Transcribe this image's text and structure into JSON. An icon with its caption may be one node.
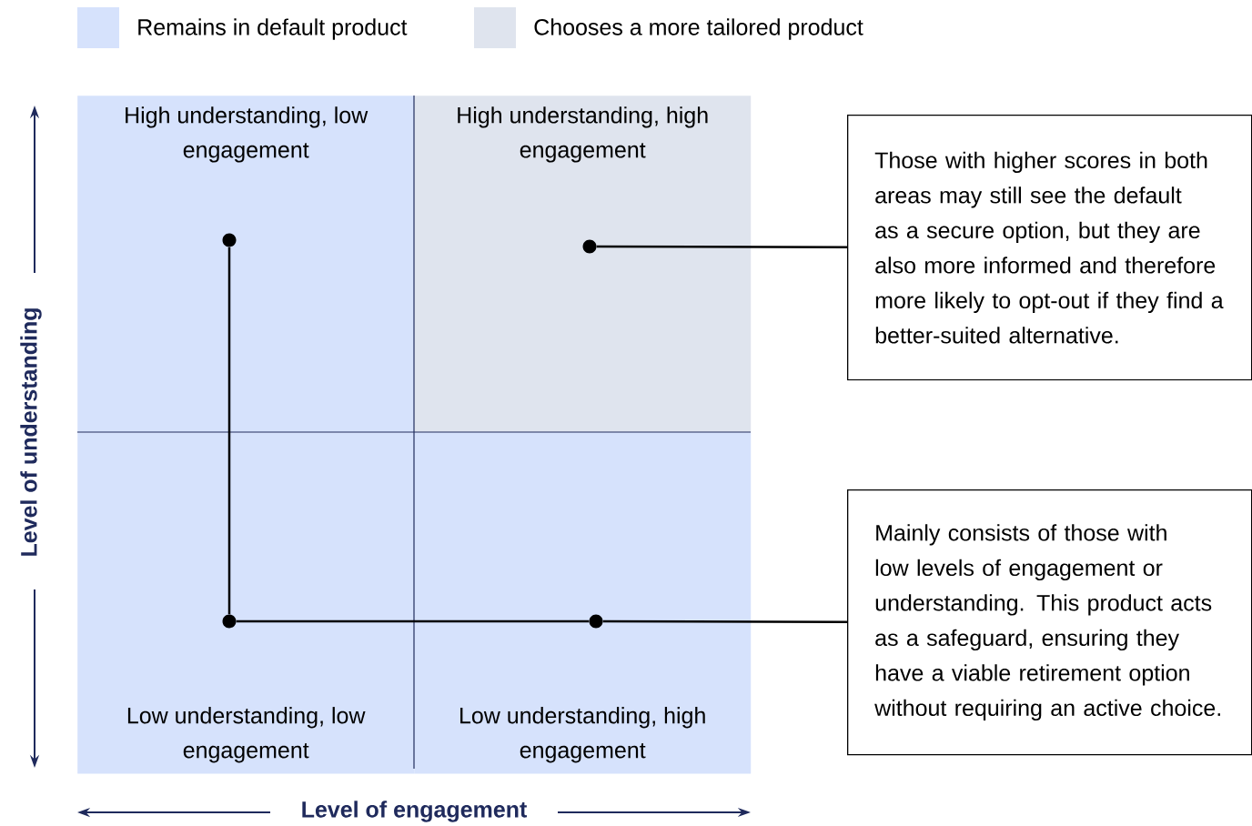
{
  "diagram": {
    "nodes": [
      {
        "text": [
          "High understanding, low engagement"
        ]
      },
      {
        "text": [
          "High understanding, high engagement"
        ]
      },
      {
        "text": [
          "Low understanding, low engagement"
        ]
      },
      {
        "text": [
          "Low understanding, high engagement"
        ]
      },
      {
        "text": [
          "Those with higher scores in both areas may still see the default as a secure option, but they are also more informed and therefore more likely to opt-out if they find a better-suited alternative."
        ]
      },
      {
        "text": [
          "Mainly consists of those with low levels of engagement or understanding. This product acts as a safeguard, ensuring they have a viable retirement option without requiring an active choice."
        ]
      },
      {
        "text": [],
        "shape": "circle",
        "in": 0
      },
      {
        "text": [],
        "shape": "circle",
        "in": 1
      },
      {
        "text": [],
        "shape": "circle",
        "in": 2
      },
      {
        "text": [],
        "shape": "circle",
        "in": 3
      }
    ],
    "edges": [
      {
        "from": 4,
        "to": 7,
        "arrow": "none"
      },
      {
        "from": 5,
        "to": 9,
        "arrow": "none"
      },
      {
        "from": 9,
        "to": 8,
        "arrow": "none"
      },
      {
        "from": 8,
        "to": 6,
        "arrow": "none"
      }
    ],
    "labels": [
      "Level of understanding",
      "Level of engagement"
    ],
    "legend": [
      {
        "text": "Remains in default product",
        "color": "#d6e2fc"
      },
      {
        "text": "Chooses a more tailored product",
        "color": "#dfe4ee"
      }
    ]
  }
}
